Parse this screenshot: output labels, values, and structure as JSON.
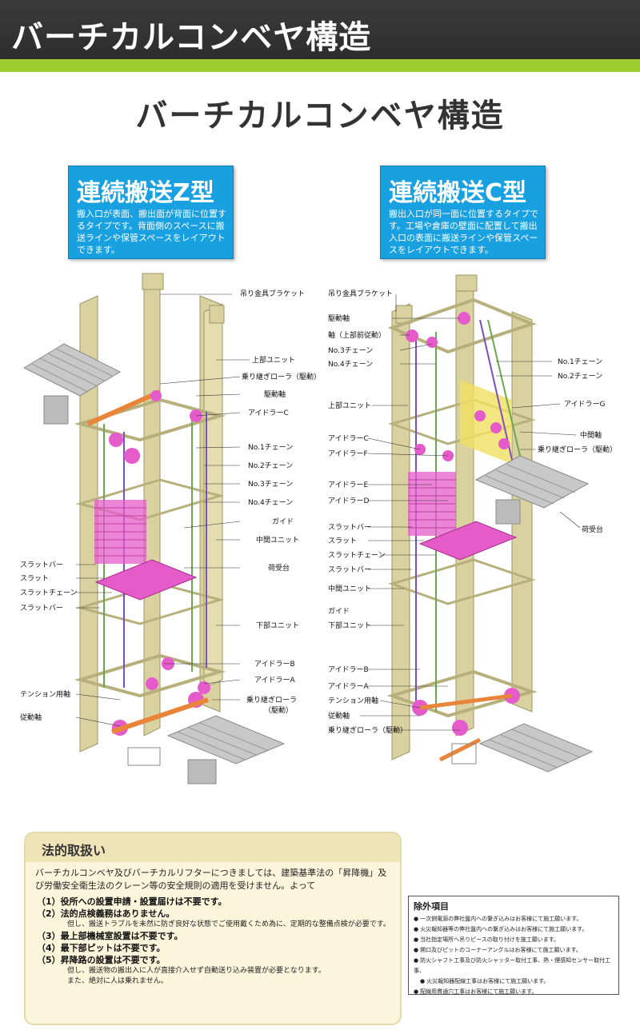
{
  "header": {
    "title": "バーチカルコンベヤ構造"
  },
  "main_title": "バーチカルコンベヤ構造",
  "types": [
    {
      "title": "連続搬送Z型",
      "desc": "搬入口が表面、搬出面が背面に位置するタイプです。背面側のスペースに搬送ラインや保管スペースをレイアウトできます。"
    },
    {
      "title": "連続搬送C型",
      "desc": "搬出入口が同一面に位置するタイプです。工場や倉庫の壁面に配置して搬出入口の表面に搬送ラインや保管スペースをレイアウトできます。"
    }
  ],
  "z_labels_right": [
    "吊り金具ブラケット",
    "上部ユニット",
    "乗り継ぎローラ（駆動）",
    "駆動軸",
    "アイドラーC",
    "No.1チェーン",
    "No.2チェーン",
    "No.3チェーン",
    "No.4チェーン",
    "ガイド",
    "中間ユニット",
    "荷受台",
    "下部ユニット",
    "アイドラーB",
    "アイドラーA",
    "乗り継ぎローラ",
    "（駆動）"
  ],
  "z_labels_left": [
    "スラットバー",
    "スラット",
    "スラットチェーン",
    "スラットバー",
    "テンション用軸",
    "従動軸"
  ],
  "c_labels_left": [
    "吊り金具ブラケット",
    "駆動軸",
    "軸（上部前従動）",
    "No.3チェーン",
    "No.4チェーン",
    "上部ユニット",
    "アイドラーC",
    "アイドラーF",
    "アイドラーE",
    "アイドラーD",
    "スラットバー",
    "スラット",
    "スラットチェーン",
    "スラットバー",
    "中間ユニット",
    "ガイド",
    "下部ユニット",
    "アイドラーB",
    "アイドラーA",
    "テンション用軸",
    "従動軸",
    "乗り継ぎローラ（駆動）"
  ],
  "c_labels_right": [
    "No.1チェーン",
    "No.2チェーン",
    "アイドラーG",
    "中間軸",
    "乗り継ぎローラ（駆動）",
    "荷受台"
  ],
  "legal": {
    "title": "法的取扱い",
    "intro": "バーチカルコンベヤ及びバーチカルリフターにつきましては、建築基準法の「昇降機」及び労働安全衛生法のクレーン等の安全規則の適用を受けません。よって",
    "items": [
      {
        "text": "（1）役所への設置申請・設置届けは不要です。",
        "note": ""
      },
      {
        "text": "（2）法的点検義務はありません。",
        "note": "但し、搬送トラブルを未然に防ぎ良好な状態でご使用戴くため為に、定期的な整備点検が必要です。"
      },
      {
        "text": "（3）最上部機械室設置は不要です。",
        "note": ""
      },
      {
        "text": "（4）最下部ピットは不要です。",
        "note": ""
      },
      {
        "text": "（5）昇降路の設置は不要です。",
        "note": "但し、搬送物の搬出入に人が直接介入せず自動送り込み装置が必要となります。"
      },
      {
        "text": "",
        "note": "また、絶対に人は乗れません。"
      }
    ]
  },
  "exclusions": {
    "title": "除外項目",
    "items": [
      "一次側電源の弊社盤内への繋ぎ込みはお客様にて施工願います。",
      "火災報知器等の弊社盤内への繋ぎ込みはお客様にて施工願います。",
      "当社指定場所へ吊りピースの取り付けを施工願います。",
      "開口及びピットのコーナーアングルはお客様にて施工願います。",
      "防火シャフト工事及び防火シャッター取付工事、熱・煙感知センサー取付工事、",
      "火災報知器配線工事はお客様にて施工願います。",
      "配線用貫通穴工事はお客様にて施工願います。"
    ]
  },
  "colors": {
    "frame": "#d9d2a0",
    "pink": "#e55bc9",
    "accent": "#9ccc2e",
    "blue": "#19a0e0",
    "orange": "#e8853a"
  }
}
